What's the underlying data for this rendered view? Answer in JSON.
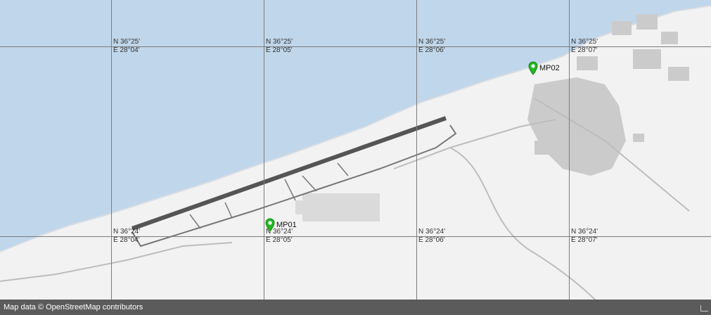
{
  "map": {
    "water_color": "#c0d6ea",
    "land_color": "#f2f2f2",
    "grid_color": "#7c7c7c",
    "runway_color": "#555555",
    "marker_color": "#22b722",
    "grid_labels": [
      {
        "lat": "N 36°25'",
        "lon": "E 28°04'"
      },
      {
        "lat": "N 36°25'",
        "lon": "E 28°05'"
      },
      {
        "lat": "N 36°25'",
        "lon": "E 28°06'"
      },
      {
        "lat": "N 36°25'",
        "lon": "E 28°07'"
      },
      {
        "lat": "N 36°24'",
        "lon": "E 28°04'"
      },
      {
        "lat": "N 36°24'",
        "lon": "E 28°05'"
      },
      {
        "lat": "N 36°24'",
        "lon": "E 28°06'"
      },
      {
        "lat": "N 36°24'",
        "lon": "E 28°07'"
      }
    ],
    "markers": [
      {
        "label": "MP01",
        "icon": "map-pin-icon"
      },
      {
        "label": "MP02",
        "icon": "map-pin-icon"
      }
    ],
    "attribution": "Map data © OpenStreetMap contributors"
  }
}
